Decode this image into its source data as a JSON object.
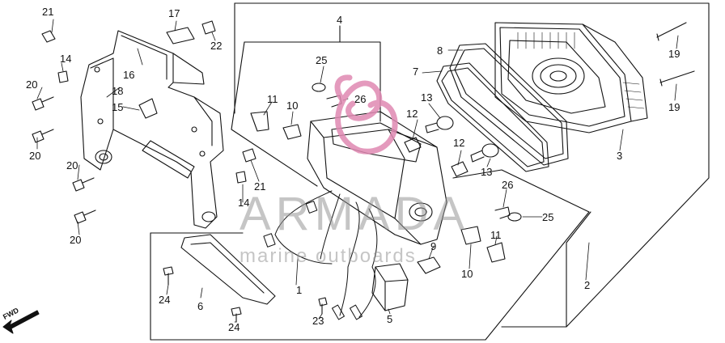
{
  "watermark": {
    "title": "ARMADA",
    "subtitle": "marine outboards",
    "logo_color": "#e089b2",
    "text_color": "#9a9a9a"
  },
  "direction_marker": {
    "label": "FWD"
  },
  "callouts": {
    "c1": "1",
    "c2": "2",
    "c3": "3",
    "c4": "4",
    "c5": "5",
    "c6": "6",
    "c7": "7",
    "c8": "8",
    "c9": "9",
    "c10a": "10",
    "c10b": "10",
    "c11a": "11",
    "c11b": "11",
    "c12a": "12",
    "c12b": "12",
    "c13a": "13",
    "c13b": "13",
    "c14a": "14",
    "c14b": "14",
    "c15": "15",
    "c16": "16",
    "c17": "17",
    "c18": "18",
    "c19a": "19",
    "c19b": "19",
    "c20a": "20",
    "c20b": "20",
    "c20c": "20",
    "c20d": "20",
    "c21a": "21",
    "c21b": "21",
    "c22": "22",
    "c23": "23",
    "c24a": "24",
    "c24b": "24",
    "c25a": "25",
    "c25b": "25",
    "c26a": "26",
    "c26b": "26"
  }
}
